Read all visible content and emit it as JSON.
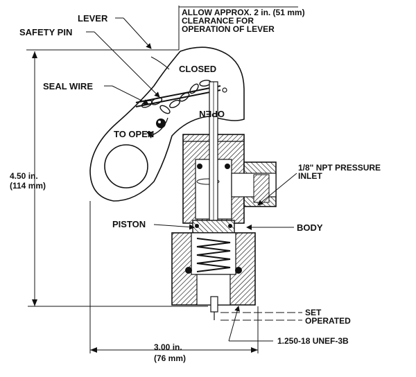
{
  "labels": {
    "lever": "LEVER",
    "safety_pin": "SAFETY PIN",
    "seal_wire": "SEAL WIRE",
    "clearance": [
      "ALLOW APPROX. 2 in. (51 mm)",
      "CLEARANCE FOR",
      "OPERATION OF LEVER"
    ],
    "closed": "CLOSED",
    "open": "OPEN",
    "to_open": "TO OPEN",
    "pressure_inlet": [
      "1/8\" NPT PRESSURE",
      "INLET"
    ],
    "piston": "PISTON",
    "body": "BODY",
    "set": "SET",
    "operated": "OPERATED",
    "thread": "1.250-18 UNEF-3B"
  },
  "dimensions": {
    "height": [
      "4.50 in.",
      "(114 mm)"
    ],
    "width": [
      "3.00 in.",
      "(76 mm)"
    ]
  }
}
